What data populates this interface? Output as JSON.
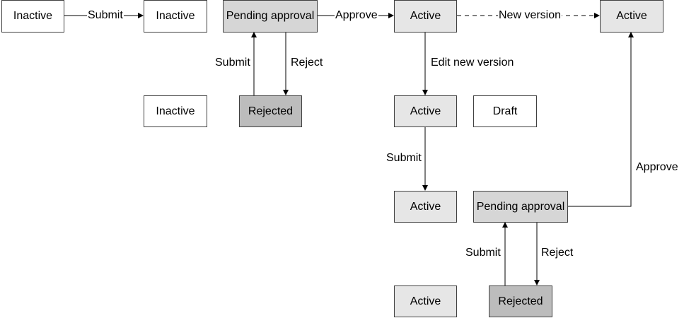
{
  "colors": {
    "inactive_fill": "#ffffff",
    "draft_fill": "#ffffff",
    "active_fill": "#e6e6e6",
    "pending_fill": "#d6d6d6",
    "rejected_fill": "#bcbcbc",
    "line": "#000000",
    "border": "#404040"
  },
  "nodes": {
    "n1": "Inactive",
    "n2": "Inactive",
    "n3": "Pending approval",
    "n4": "Active",
    "n5": "Active",
    "n6": "Inactive",
    "n7": "Rejected",
    "n8": "Active",
    "n9": "Draft",
    "n10": "Active",
    "n11": "Pending approval",
    "n12": "Active",
    "n13": "Rejected"
  },
  "edges": {
    "e1": "Submit",
    "e2": "Approve",
    "e3": "New version",
    "e4": "Submit",
    "e5": "Reject",
    "e6": "Edit new version",
    "e7": "Submit",
    "e8": "Approve",
    "e9": "Submit",
    "e10": "Reject"
  }
}
